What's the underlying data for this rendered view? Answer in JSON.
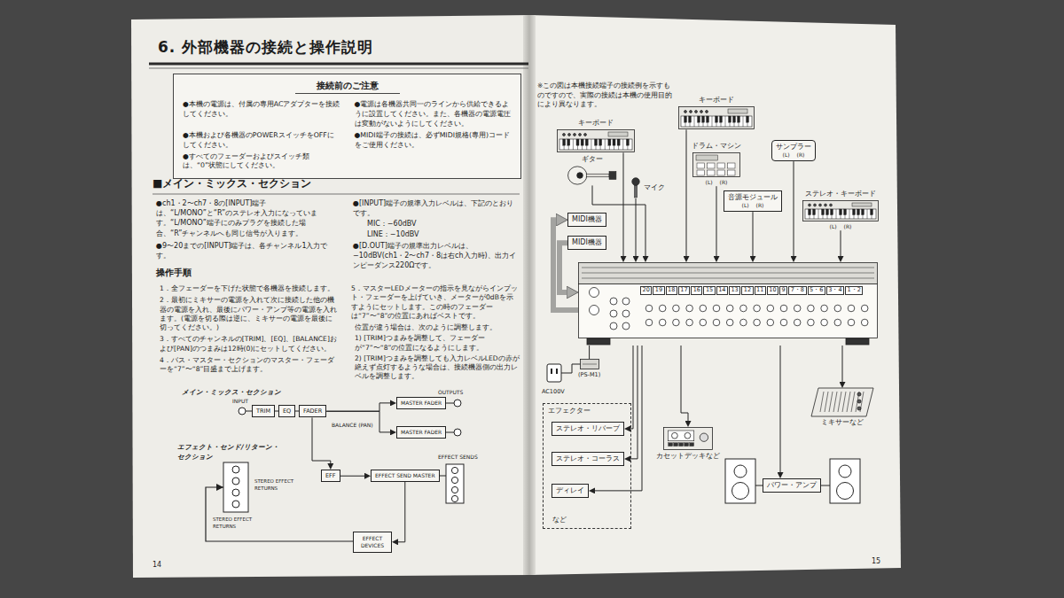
{
  "diagram": {
    "title": "6. 外部機器の接続と操作説明",
    "nodes": [
      {
        "text": [
          "接続前のご注意",
          "●本機の電源は、付属の専用ACアダプターを接続してください。",
          "●本機および各機器のPOWERスイッチをOFFにしてください。",
          "●すべてのフェーダーおよびスイッチ類は、“0”状態にしてください。",
          "●電源は各機器共同一のラインから供給できるように設置してください。また、各機器の電源電圧は変動がないようにしてください。",
          "●MIDI端子の接続は、必ずMIDI規格(専用)コードをご使用ください。"
        ]
      },
      {
        "text": [
          "TRIM"
        ]
      },
      {
        "text": [
          "EQ"
        ]
      },
      {
        "text": [
          "FADER"
        ]
      },
      {
        "text": [
          "MASTER FADER"
        ]
      },
      {
        "text": [
          "MASTER FADER"
        ]
      },
      {
        "text": [
          "EFF"
        ]
      },
      {
        "text": [
          "EFFECT SEND MASTER"
        ]
      },
      {
        "text": [
          "EFFECT DEVICES"
        ]
      },
      {
        "text": [
          "キーボード"
        ]
      },
      {
        "text": [
          "キーボード"
        ]
      },
      {
        "text": [
          "ギター"
        ]
      },
      {
        "text": [
          "マイク"
        ]
      },
      {
        "text": [
          "ドラム・マシン",
          "(L)",
          "(R)"
        ]
      },
      {
        "text": [
          "サンプラー",
          "(L)",
          "(R)"
        ]
      },
      {
        "text": [
          "音源モジュール",
          "(L)",
          "(R)"
        ]
      },
      {
        "text": [
          "ステレオ・キーボード",
          "(L)",
          "(R)"
        ]
      },
      {
        "text": [
          "MIDI機器"
        ]
      },
      {
        "text": [
          "MIDI機器"
        ]
      },
      {
        "text": [
          "20",
          "19",
          "18",
          "17",
          "16",
          "15",
          "14",
          "13",
          "12",
          "11",
          "10",
          "9",
          "7・8",
          "5・6",
          "3・4",
          "1・2"
        ]
      },
      {
        "text": [
          "(PS-M1)"
        ]
      },
      {
        "text": [
          "エフェクター",
          "など"
        ]
      },
      {
        "text": [
          "ステレオ・リバーブ"
        ],
        "in": 21
      },
      {
        "text": [
          "ステレオ・コーラス"
        ],
        "in": 21
      },
      {
        "text": [
          "ディレイ"
        ],
        "in": 21
      },
      {
        "text": [
          "カセットデッキなど"
        ]
      },
      {
        "text": [
          "ミキサーなど"
        ]
      },
      {
        "text": [
          "パワー・アンプ"
        ]
      }
    ],
    "edges": [
      {
        "from": 3,
        "to": 4,
        "arrow": "to"
      },
      {
        "from": 3,
        "to": 5,
        "arrow": "to"
      },
      {
        "from": 3,
        "to": 6,
        "arrow": "to"
      },
      {
        "from": 6,
        "to": 7,
        "arrow": "to"
      },
      {
        "from": 7,
        "to": 8,
        "arrow": "to"
      },
      {
        "from": 9,
        "to": 19,
        "arrow": "to"
      },
      {
        "from": 10,
        "to": 19,
        "arrow": "to"
      },
      {
        "from": 11,
        "to": 19,
        "arrow": "to"
      },
      {
        "from": 12,
        "to": 19,
        "arrow": "to"
      },
      {
        "from": 13,
        "to": 19,
        "arrow": "to"
      },
      {
        "from": 14,
        "to": 19,
        "arrow": "to"
      },
      {
        "from": 15,
        "to": 19,
        "arrow": "to"
      },
      {
        "from": 16,
        "to": 19,
        "arrow": "to"
      },
      {
        "from": 19,
        "to": 17,
        "arrow": "to"
      },
      {
        "from": 18,
        "to": 19,
        "arrow": "to"
      },
      {
        "from": 20,
        "to": 19,
        "arrow": "none"
      },
      {
        "from": 19,
        "to": 22,
        "arrow": "to"
      },
      {
        "from": 19,
        "to": 23,
        "arrow": "to"
      },
      {
        "from": 19,
        "to": 24,
        "arrow": "to"
      },
      {
        "from": 19,
        "to": 25,
        "arrow": "to"
      },
      {
        "from": 19,
        "to": 26,
        "arrow": "to"
      },
      {
        "from": 19,
        "to": 27,
        "arrow": "to"
      }
    ],
    "labels": [
      "■メイン・ミックス・セクション",
      "●ch1・2〜ch7・8の[INPUT]端子は、“L/MONO”と“R”のステレオ入力になっています。“L/MONO”端子にのみプラグを接続した場合、“R”チャンネルへも同じ信号が入ります。",
      "●9〜20までの[INPUT]端子は、各チャンネル1入力です。",
      "●[INPUT]端子の規準入力レベルは、下記のとおりです。",
      "MIC：−60dBV",
      "LINE：−10dBV",
      "●[D.OUT]端子の規準出力レベルは、−10dBV(ch1・2〜ch7・8は右ch入力時)、出力インピーダンス220Ωです。",
      "操作手順",
      "1．全フェーダーを下げた状態で各機器を接続します。",
      "2．最初にミキサーの電源を入れて次に接続した他の機器の電源を入れ、最後にパワー・アンプ等の電源を入れます。(電源を切る際は逆に、ミキサーの電源を最後に切ってください。)",
      "3．すべてのチャンネルの[TRIM]、[EQ]、[BALANCE]および[PAN]のつまみは12時(0)にセットしてください。",
      "4．バス・マスター・セクションのマスター・フェーダーを“7”〜“8”目盛まで上げます。",
      "5．マスターLEDメーターの指示を見ながらインプット・フェーダーを上げていき、メーターが0dBを示すようにセットします。この時のフェーダーは“7”〜“8”の位置にあればベストです。",
      "位置が違う場合は、次のように調整します。",
      "1) [TRIM]つまみを調整して、フェーダーが“7”〜“8”の位置になるようにします。",
      "2) [TRIM]つまみを調整しても入力レベルLEDの赤が絶えず点灯するような場合は、接続機器側の出力レベルを調整します。",
      "メイン・ミックス・セクション",
      "INPUT",
      "BALANCE (PAN)",
      "OUTPUTS",
      "エフェクト・センド/リターン・セクション",
      "STEREO EFFECT RETURNS",
      "EFFECT SENDS",
      "STEREO EFFECT RETURNS",
      "14",
      "※この図は本機接続端子の接続例を示すものですので、実際の接続は本機の使用目的により異なります。",
      "AC100V",
      "15"
    ]
  }
}
